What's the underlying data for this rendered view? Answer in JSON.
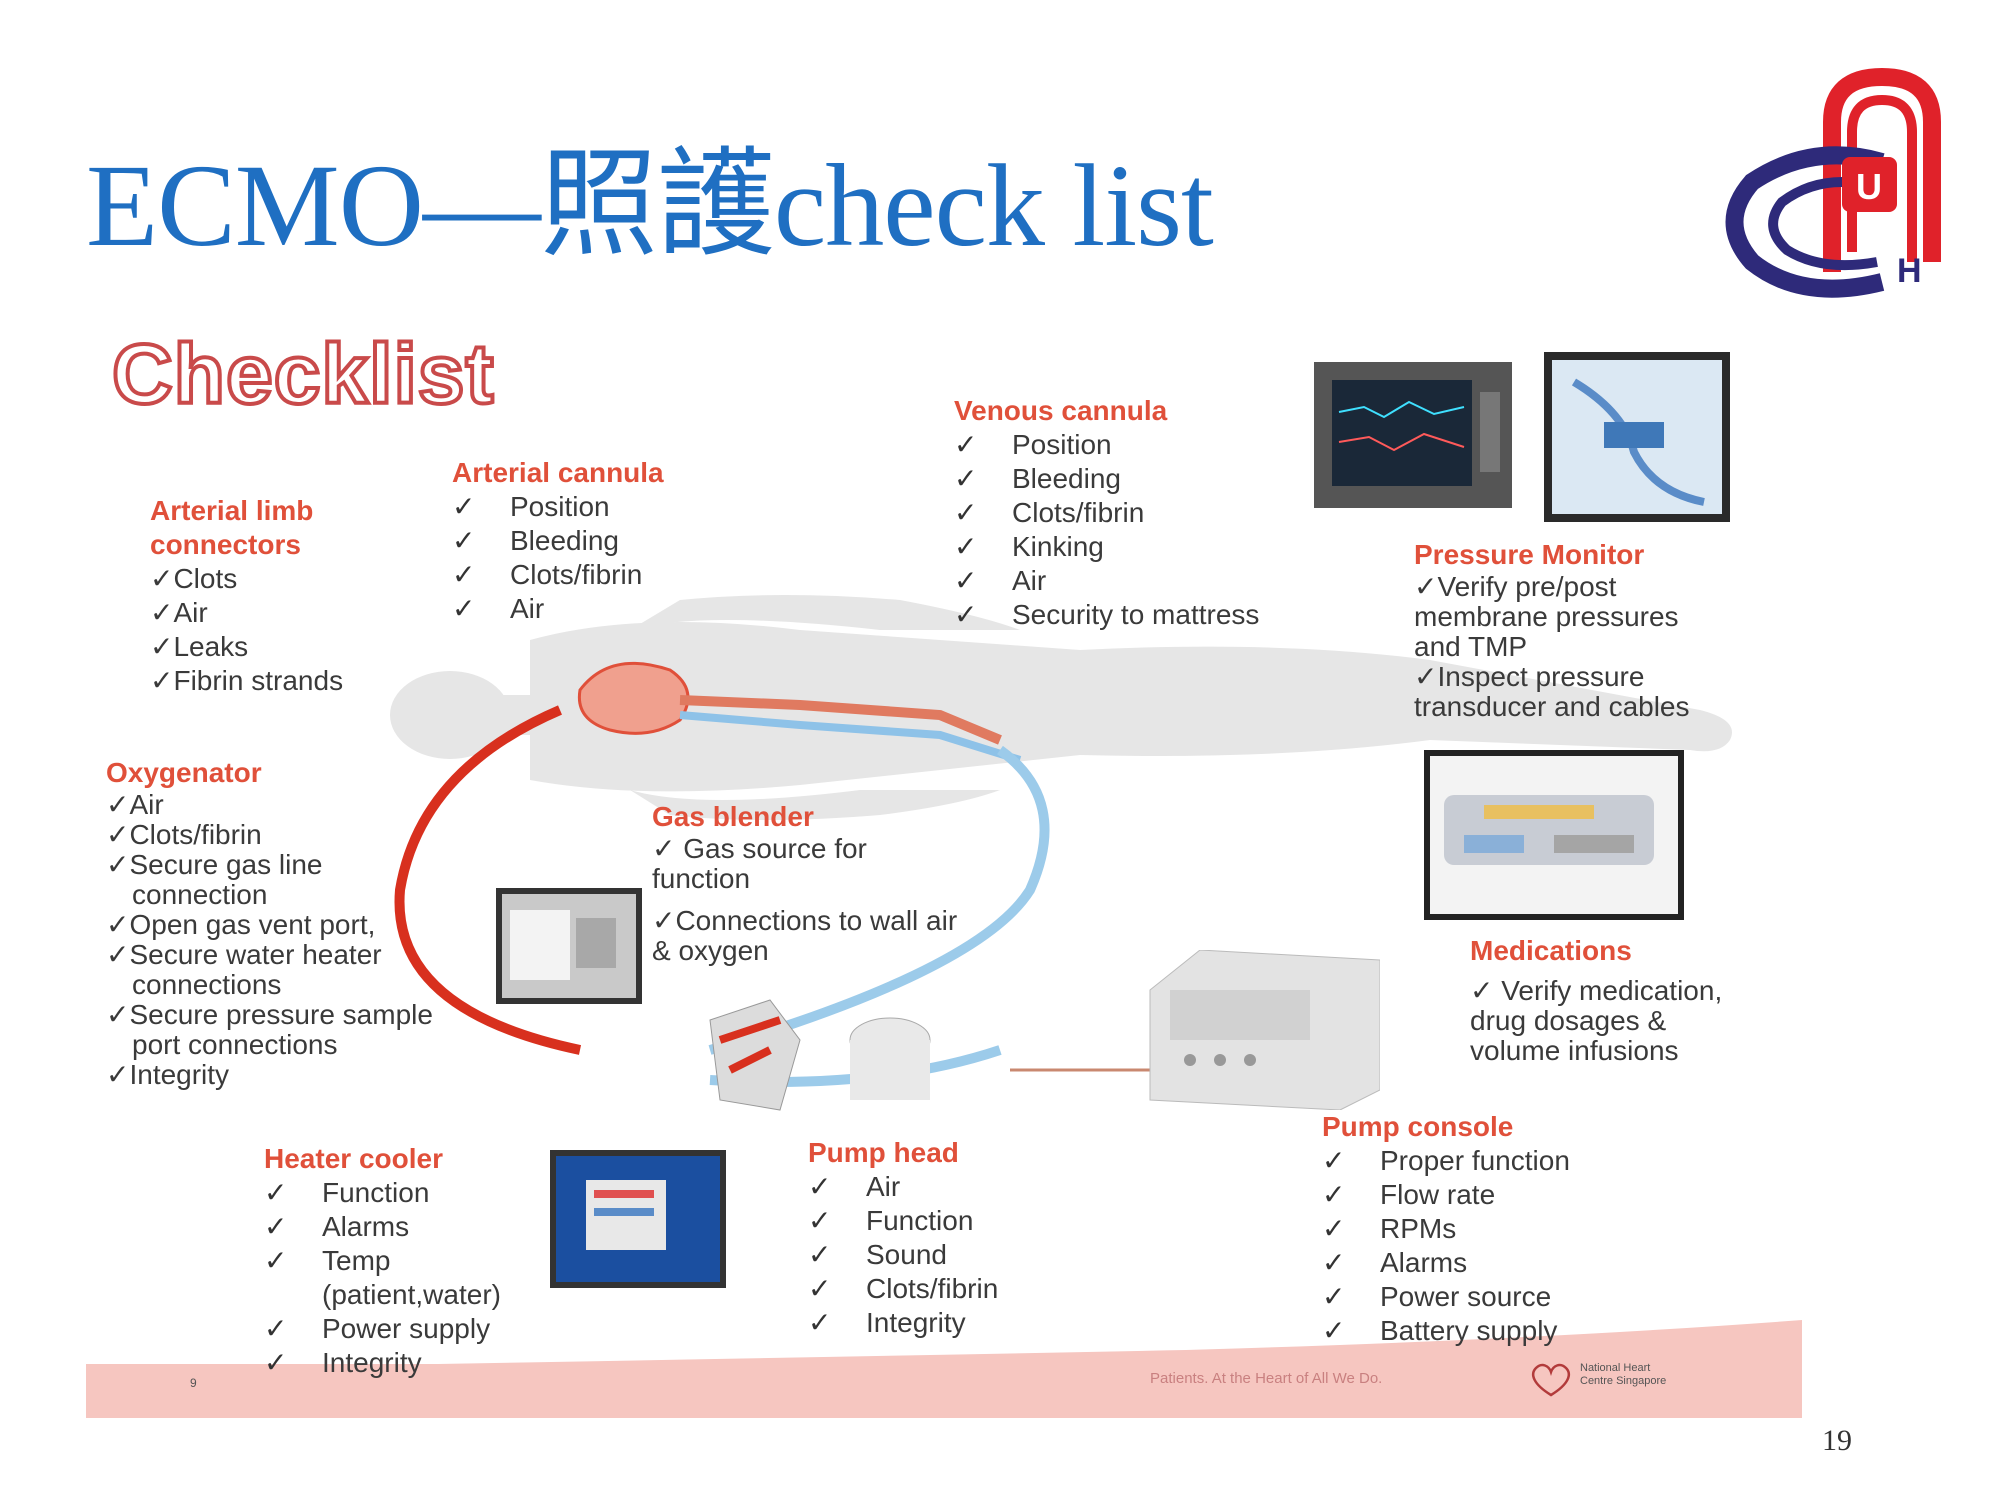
{
  "slide": {
    "title": "ECMO—照護check list",
    "page_number": "19"
  },
  "logo": {
    "name": "cuh-logo-icon",
    "text": "UH"
  },
  "panel": {
    "heading": "Checklist",
    "footer_slogan": "Patients. At the Heart of All We Do.",
    "footer_org_line1": "National Heart",
    "footer_org_line2": "Centre Singapore",
    "footer_page": "9"
  },
  "groups": {
    "arterial_limb": {
      "title_line1": "Arterial limb",
      "title_line2": "connectors",
      "items": [
        "✓Clots",
        "✓Air",
        "✓Leaks",
        "✓Fibrin strands"
      ]
    },
    "arterial_cannula": {
      "title": "Arterial cannula",
      "items": [
        "Position",
        "Bleeding",
        "Clots/fibrin",
        "Air"
      ]
    },
    "venous_cannula": {
      "title": "Venous cannula",
      "items": [
        "Position",
        "Bleeding",
        "Clots/fibrin",
        "Kinking",
        "Air",
        "Security to mattress"
      ]
    },
    "pressure_monitor": {
      "title": "Pressure Monitor",
      "lines": [
        "✓Verify pre/post",
        "membrane pressures",
        "and TMP",
        "✓Inspect pressure",
        "transducer and cables"
      ]
    },
    "oxygenator": {
      "title": "Oxygenator",
      "lines": [
        "✓Air",
        "✓Clots/fibrin",
        "✓Secure gas line",
        "connection",
        "✓Open gas vent port,",
        "✓Secure water heater",
        "connections",
        "✓Secure pressure sample",
        "port connections",
        "✓Integrity"
      ]
    },
    "gas_blender": {
      "title": "Gas blender",
      "lines": [
        "✓ Gas source for",
        "function",
        "✓Connections to wall air",
        "& oxygen"
      ]
    },
    "medications": {
      "title": "Medications",
      "lines": [
        "✓ Verify medication,",
        "drug dosages &",
        "volume infusions"
      ]
    },
    "heater_cooler": {
      "title": "Heater cooler",
      "items": [
        "Function",
        "Alarms",
        "Temp",
        "(patient,water)",
        "Power supply",
        "Integrity"
      ]
    },
    "pump_head": {
      "title": "Pump head",
      "items": [
        "Air",
        "Function",
        "Sound",
        "Clots/fibrin",
        "Integrity"
      ]
    },
    "pump_console": {
      "title": "Pump console",
      "items": [
        "Proper function",
        "Flow rate",
        "RPMs",
        "Alarms",
        "Power source",
        "Battery supply"
      ]
    }
  },
  "check_mark": "✓",
  "colors": {
    "title_blue": "#1f6fc2",
    "heading_red": "#e0503a",
    "arterial_red": "#d8301e",
    "venous_blue": "#8ec2e8",
    "footer_pink": "#f6c6c0"
  }
}
